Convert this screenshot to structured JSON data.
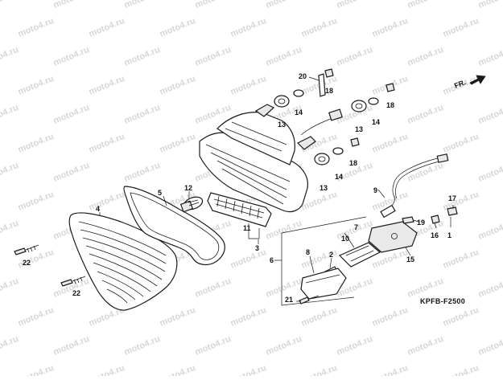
{
  "watermark_text": "moto4.ru",
  "diagram_code": "KPFB-F2500",
  "direction_label": "FR.",
  "callouts": {
    "n1": "1",
    "n2": "2",
    "n3": "3",
    "n4": "4",
    "n5": "5",
    "n6": "6",
    "n7": "7",
    "n8": "8",
    "n9": "9",
    "n10": "10",
    "n11": "11",
    "n12": "12",
    "n13a": "13",
    "n13b": "13",
    "n13c": "13",
    "n14a": "14",
    "n14b": "14",
    "n14c": "14",
    "n15": "15",
    "n16": "16",
    "n17": "17",
    "n18a": "18",
    "n18b": "18",
    "n18c": "18",
    "n19": "19",
    "n20": "20",
    "n21": "21",
    "n22a": "22",
    "n22b": "22"
  }
}
